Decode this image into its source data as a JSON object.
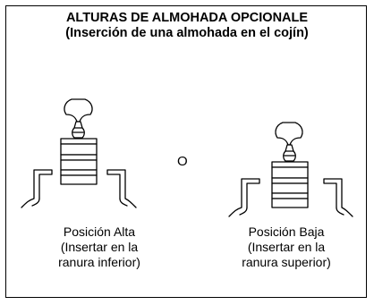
{
  "title": {
    "line1": "ALTURAS DE ALMOHADA OPCIONALE",
    "line2": "(Inserción de una almohada en el cojín)"
  },
  "separator": "O",
  "left": {
    "label": "Posición Alta",
    "note_line1": "(Insertar en la",
    "note_line2": "ranura inferior)"
  },
  "right": {
    "label": "Posición Baja",
    "note_line1": "(Insertar en la",
    "note_line2": "ranura superior)"
  }
}
